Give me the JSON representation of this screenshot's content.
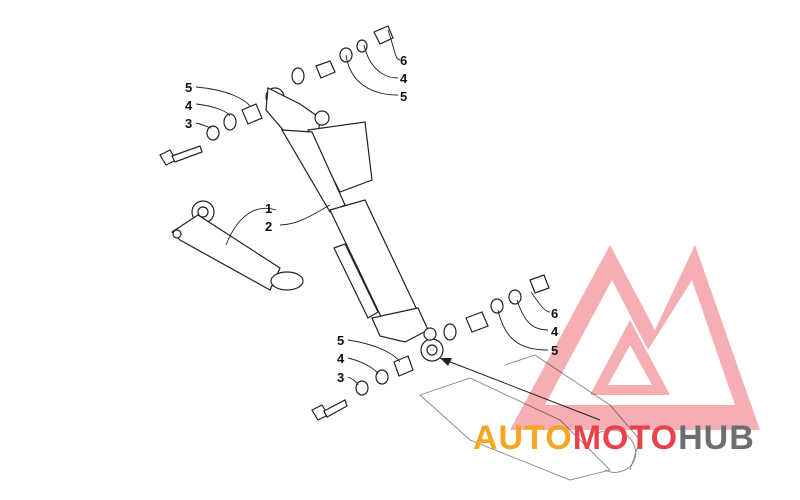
{
  "callouts": {
    "top_right": [
      "6",
      "4",
      "5"
    ],
    "upper_left": [
      "5",
      "4",
      "3"
    ],
    "shock": [
      "1",
      "2"
    ],
    "lower_right": [
      "6",
      "4",
      "5"
    ],
    "lower_left": [
      "5",
      "4",
      "3"
    ]
  },
  "watermark": {
    "part1": "AUTO",
    "part2": "MOTO",
    "part3": "HUB",
    "color_orange": "#f5a623",
    "color_red": "#e8434a",
    "color_grey": "#6d6e71"
  }
}
